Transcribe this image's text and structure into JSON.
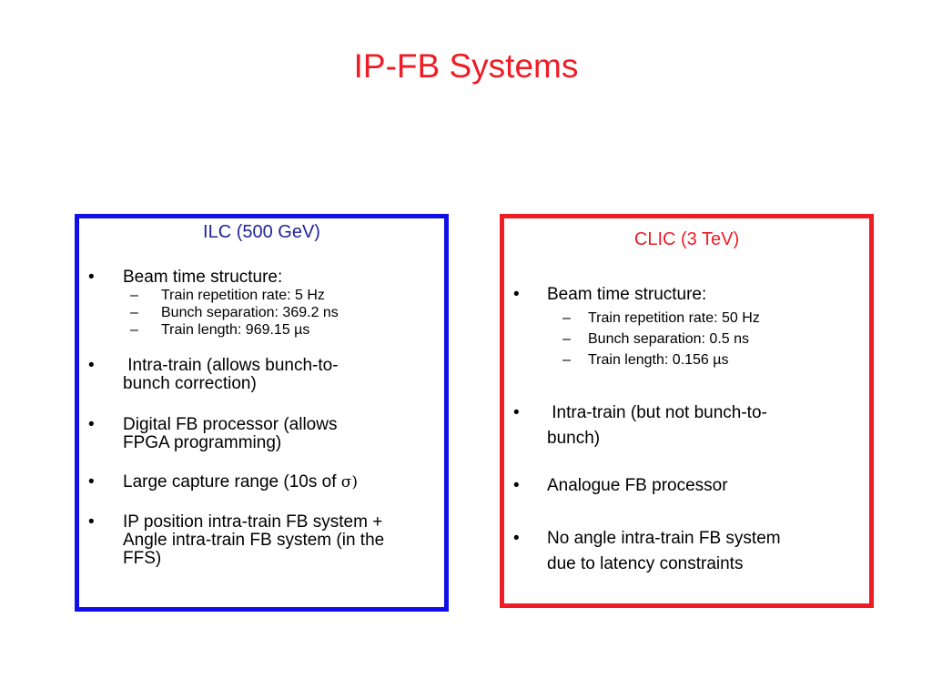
{
  "title": "IP-FB Systems",
  "ilc": {
    "heading": "ILC (500 GeV)",
    "bullet_symbol": "•",
    "dash_symbol": "–",
    "beam": "Beam time structure:",
    "sub": [
      "Train repetition rate: 5 Hz",
      "Bunch separation: 369.2 ns",
      "Train length: 969.15 µs"
    ],
    "intra_line1": " Intra-train (allows bunch-to-",
    "intra_line2": "bunch correction)",
    "digital_line1": "Digital FB processor (allows",
    "digital_line2": "FPGA programming)",
    "capture_text": "Large capture range (10s of ",
    "capture_sigma": "σ)",
    "ip_line1": "IP position intra-train FB system +",
    "ip_line2": "Angle intra-train FB system (in the",
    "ip_line3": "FFS)"
  },
  "clic": {
    "heading": "CLIC (3 TeV)",
    "bullet_symbol": "•",
    "dash_symbol": "–",
    "beam": "Beam time structure:",
    "sub": [
      "Train repetition rate: 50 Hz",
      "Bunch separation: 0.5 ns",
      "Train length: 0.156 µs"
    ],
    "intra_line1": " Intra-train (but not bunch-to-",
    "intra_line2": "bunch)",
    "analogue": "Analogue FB processor",
    "angle_line1": "No angle intra-train FB system",
    "angle_line2": "due to latency constraints"
  },
  "colors": {
    "title": "#ee1c25",
    "ilc_border": "#1010e6",
    "ilc_heading": "#22229a",
    "clic_border": "#ee1c25",
    "clic_heading": "#ee1c25"
  }
}
